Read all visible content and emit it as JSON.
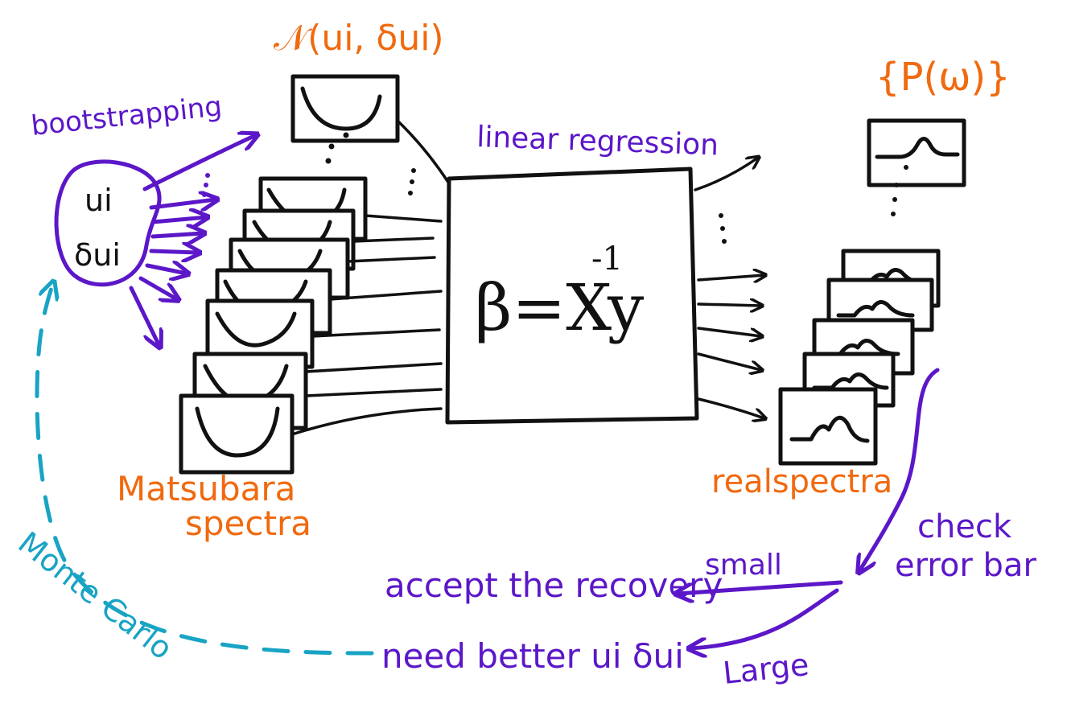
{
  "colors": {
    "ink": "#111111",
    "purple": "#5b17c8",
    "orange": "#f06a10",
    "teal": "#19a3c4"
  },
  "labels": {
    "normal_dist": "𝒩(ui, δui)",
    "bootstrapping": "bootstrapping",
    "ui": "ui",
    "dui": "δui",
    "linear_regression": "linear regression",
    "formula": "β=X",
    "formula_exp": "-1",
    "formula_y": "y",
    "p_omega": "{P(ω)}",
    "matsubara_1": "Matsubara",
    "matsubara_2": "spectra",
    "real_spectra": "realspectra",
    "check_1": "check",
    "check_2": "error bar",
    "small": "small",
    "large": "Large",
    "accept": "accept the recovery",
    "need": "need better ui δui",
    "monte_carlo": "Monte Carlo"
  }
}
